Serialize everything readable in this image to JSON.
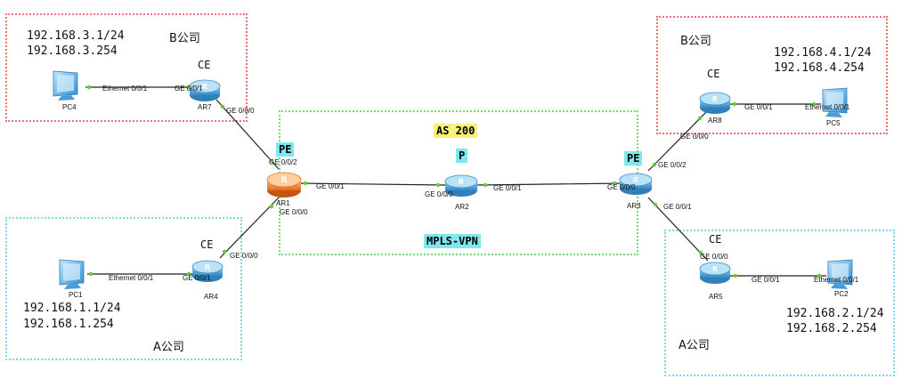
{
  "colors": {
    "red_zone": "#e57373",
    "cyan_zone": "#7fd6e6",
    "green_zone": "#7cd67c",
    "router_blue": "#4aa3d8",
    "router_orange": "#f0883e",
    "pe_tag_bg": "#7ee8ee",
    "as_tag_bg": "#f7f07a",
    "link_dot": "#66cc33"
  },
  "zones": {
    "b_left": {
      "company": "B公司",
      "network": "192.168.3.1/24",
      "gateway": "192.168.3.254"
    },
    "a_left": {
      "company": "A公司",
      "network": "192.168.1.1/24",
      "gateway": "192.168.1.254"
    },
    "b_right": {
      "company": "B公司",
      "network": "192.168.4.1/24",
      "gateway": "192.168.4.254"
    },
    "a_right": {
      "company": "A公司",
      "network": "192.168.2.1/24",
      "gateway": "192.168.2.254"
    },
    "core": {
      "as_label": "AS 200",
      "vpn_label": "MPLS-VPN"
    }
  },
  "devices": {
    "pc4": {
      "name": "PC4",
      "icon": "pc-icon"
    },
    "pc1": {
      "name": "PC1",
      "icon": "pc-icon"
    },
    "pc5": {
      "name": "PC5",
      "icon": "pc-icon"
    },
    "pc2": {
      "name": "PC2",
      "icon": "pc-icon"
    },
    "ar7": {
      "name": "AR7",
      "role": "CE",
      "icon": "router-icon"
    },
    "ar4": {
      "name": "AR4",
      "role": "CE",
      "icon": "router-icon"
    },
    "ar1": {
      "name": "AR1",
      "role": "PE",
      "icon": "router-icon"
    },
    "ar2": {
      "name": "AR2",
      "role": "P",
      "icon": "router-icon"
    },
    "ar3": {
      "name": "AR3",
      "role": "PE",
      "icon": "router-icon"
    },
    "ar8": {
      "name": "AR8",
      "role": "CE",
      "icon": "router-icon"
    },
    "ar5": {
      "name": "AR5",
      "role": "CE",
      "icon": "router-icon"
    }
  },
  "ports": {
    "pc4_eth": "Ethernet 0/0/1",
    "ar7_ge001": "GE 0/0/1",
    "ar7_ge000": "GE 0/0/0",
    "ar1_ge002": "GE 0/0/2",
    "ar1_ge001": "GE 0/0/1",
    "ar1_ge000": "GE 0/0/0",
    "pc1_eth": "Ethernet 0/0/1",
    "ar4_ge001": "GE 0/0/1",
    "ar4_ge000": "GE 0/0/0",
    "ar2_ge000": "GE 0/0/0",
    "ar2_ge001": "GE 0/0/1",
    "ar3_ge000": "GE 0/0/0",
    "ar3_ge002": "GE 0/0/2",
    "ar3_ge001": "GE 0/0/1",
    "ar8_ge000": "GE 0/0/0",
    "ar8_ge001": "GE 0/0/1",
    "pc5_eth": "Ethernet 0/0/1",
    "ar5_ge000": "GE 0/0/0",
    "ar5_ge001": "GE 0/0/1",
    "pc2_eth": "Ethernet 0/0/1"
  }
}
